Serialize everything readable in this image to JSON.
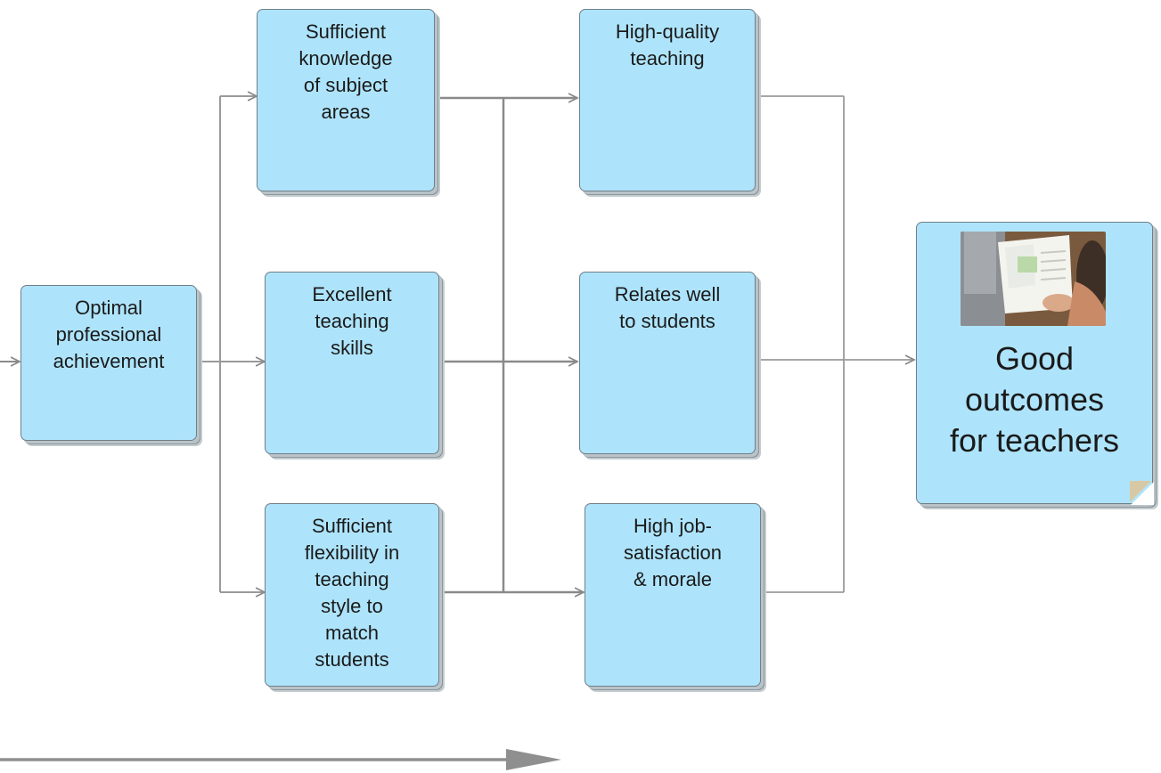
{
  "nodes": {
    "optimal": {
      "label": "Optimal\nprofessional\nachievement"
    },
    "knowledge": {
      "label": "Sufficient\nknowledge\nof subject\nareas"
    },
    "skills": {
      "label": "Excellent\nteaching\nskills"
    },
    "flexibility": {
      "label": "Sufficient\nflexibility in\nteaching\nstyle to\nmatch\nstudents"
    },
    "quality": {
      "label": "High-quality\nteaching"
    },
    "relates": {
      "label": "Relates well\nto students"
    },
    "satisfaction": {
      "label": "High job-\nsatisfaction\n& morale"
    },
    "outcome": {
      "label": "Good\noutcomes\nfor teachers",
      "image": "photo of a person reading a document"
    }
  },
  "colors": {
    "node_fill": "#aee4fb",
    "node_border": "#6f7f88",
    "connector": "#8a8a8a",
    "timeline_arrow": "#8f8f8f"
  }
}
